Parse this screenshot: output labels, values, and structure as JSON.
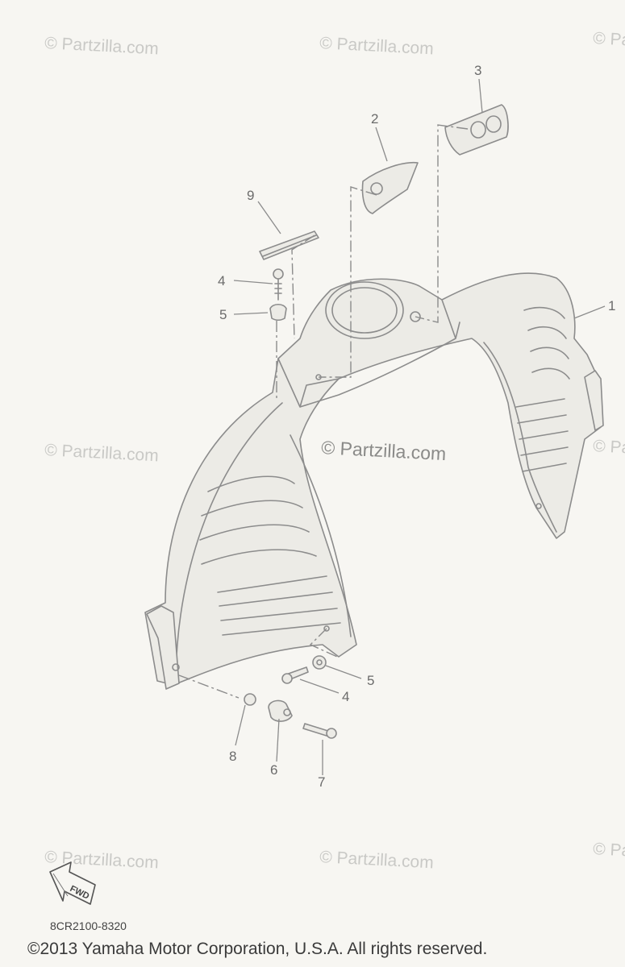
{
  "watermark": "© Partzilla.com",
  "callouts": {
    "c1": "1",
    "c2": "2",
    "c3": "3",
    "c4a": "4",
    "c5a": "5",
    "c9": "9",
    "c5b": "5",
    "c4b": "4",
    "c8": "8",
    "c6": "6",
    "c7": "7"
  },
  "fwd_label": "FWD",
  "diagram_code": "8CR2100-8320",
  "copyright": "©2013  Yamaha Motor Corporation, U.S.A. All rights reserved."
}
